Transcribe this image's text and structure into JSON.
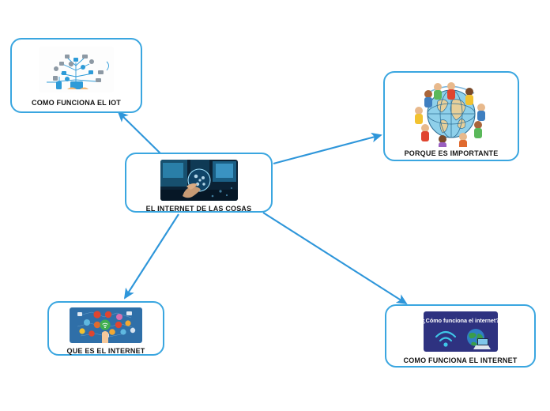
{
  "document": {
    "type": "mind-map",
    "background_color": "#ffffff",
    "node_border_color": "#3aa6e0",
    "edge_color": "#2e96da",
    "label_color": "#161616"
  },
  "central_node": {
    "id": "el-internet-de-las-cosas",
    "label": "EL INTERNET DE LAS COSAS",
    "image": {
      "name": "hand-holding-glowing-sphere-image",
      "description": "Hand holding a glowing translucent data sphere in a blue server room",
      "colors": [
        "#0b2235",
        "#1b4f76",
        "#7fd4ff",
        "#caa184"
      ]
    }
  },
  "branch_nodes": [
    {
      "id": "como-funciona-el-iot",
      "label": "COMO FUNCIONA EL IOT",
      "position": "top-left",
      "image": {
        "name": "iot-network-diagram-image",
        "description": "Blue and grey IoT device icons radiating from a tablet on white",
        "colors": [
          "#ffffff",
          "#2e9bd8",
          "#7c8a95",
          "#f2a65a"
        ]
      }
    },
    {
      "id": "porque-es-importante",
      "label": "PORQUE ES IMPORTANTE",
      "position": "top-right",
      "image": {
        "name": "globe-with-people-image",
        "description": "Cartoon globe encircled by diverse people holding hands",
        "colors": [
          "#6fc0e0",
          "#e8c48a",
          "#e0452f",
          "#f2c230",
          "#5ab85a"
        ]
      }
    },
    {
      "id": "que-es-el-internet",
      "label": "QUE ES EL INTERNET",
      "position": "bottom-left",
      "image": {
        "name": "internet-icons-hand-image",
        "description": "Hand pointing at a green wifi icon surrounded by colorful app icons on blue",
        "colors": [
          "#2f6fa8",
          "#3fae50",
          "#e0452f",
          "#f2a832",
          "#f6c89a"
        ]
      }
    },
    {
      "id": "como-funciona-el-internet",
      "label": "COMO FUNCIONA EL INTERNET",
      "position": "bottom-right",
      "image": {
        "name": "wifi-globe-laptop-image",
        "caption": "¿Cómo funciona el internet?",
        "description": "Navy card with wifi arcs and a globe with laptop",
        "colors": [
          "#2b2f7a",
          "#3fc7e8",
          "#3a9d4a",
          "#2f7fc4"
        ]
      }
    }
  ],
  "edges": [
    {
      "name": "edge-central-to-iot",
      "from": "el-internet-de-las-cosas",
      "to": "como-funciona-el-iot",
      "direction": "to"
    },
    {
      "name": "edge-central-to-importante",
      "from": "el-internet-de-las-cosas",
      "to": "porque-es-importante",
      "direction": "to"
    },
    {
      "name": "edge-central-to-quees",
      "from": "el-internet-de-las-cosas",
      "to": "que-es-el-internet",
      "direction": "to"
    },
    {
      "name": "edge-central-to-comofunciona",
      "from": "el-internet-de-las-cosas",
      "to": "como-funciona-el-internet",
      "direction": "to"
    }
  ]
}
